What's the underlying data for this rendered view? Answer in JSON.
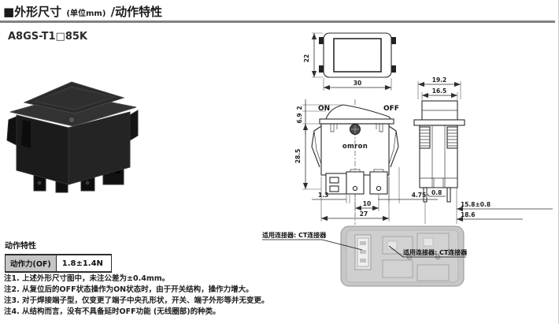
{
  "header": {
    "title_main": "■外形尺寸",
    "title_unit": "(单位mm)",
    "title_rest": "/动作特性",
    "model": "A8GS-T1□85K"
  },
  "drawing": {
    "labels": {
      "on": "ON",
      "off": "OFF",
      "brand": "omron"
    },
    "dims": {
      "top_view_width": "30",
      "top_view_height": "22",
      "rocker_protrusion": "2",
      "bezel_height": "6.9",
      "body_height": "28.5",
      "terminal_offset": "1.3",
      "terminal_pitch": "10",
      "body_width": "27",
      "clip_protrusion": "4.75",
      "side_top_width": "19.2",
      "side_rocker_width": "16.5",
      "terminal_thickness": "0.8",
      "mounting_depth": "15.8±0.8",
      "overall_depth": "18.6"
    },
    "connector_label_left": "适用连接器: CT连接器",
    "connector_label_right": "适用连接器: CT连接器"
  },
  "characteristics": {
    "heading": "动作特性",
    "rows": [
      {
        "label": "动作力(OF)",
        "value": "1.8±1.4N"
      }
    ]
  },
  "notes": [
    "注1. 上述外形尺寸图中，未注公差为±0.4mm。",
    "注2. 从复位后的OFF状态操作为ON状态时，由于开关结构，操作力增大。",
    "注3. 对于焊接端子型，仅变更了端子中央孔形状，开关、端子外形等并无变更。",
    "注4. 从结构而言，没有不具备延时OFF功能 (无线圈部)的种类。"
  ],
  "colors": {
    "title_rule": "#818181",
    "table_header_bg": "#c6c6c6",
    "bottom_photo_gray": "#c7c7c7",
    "line_color": "#2b2b2b"
  }
}
